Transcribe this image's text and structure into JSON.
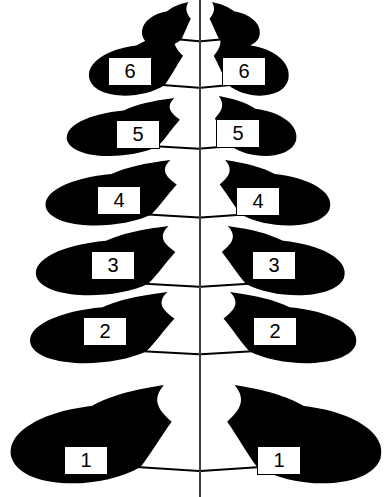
{
  "diagram": {
    "nodes": [
      {
        "text": [
          "6"
        ]
      },
      {
        "text": [
          "6"
        ]
      },
      {
        "text": [
          "5"
        ]
      },
      {
        "text": [
          "5"
        ]
      },
      {
        "text": [
          "4"
        ]
      },
      {
        "text": [
          "4"
        ]
      },
      {
        "text": [
          "3"
        ]
      },
      {
        "text": [
          "3"
        ]
      },
      {
        "text": [
          "2"
        ]
      },
      {
        "text": [
          "2"
        ]
      },
      {
        "text": [
          "1"
        ]
      },
      {
        "text": [
          "1"
        ]
      }
    ]
  }
}
